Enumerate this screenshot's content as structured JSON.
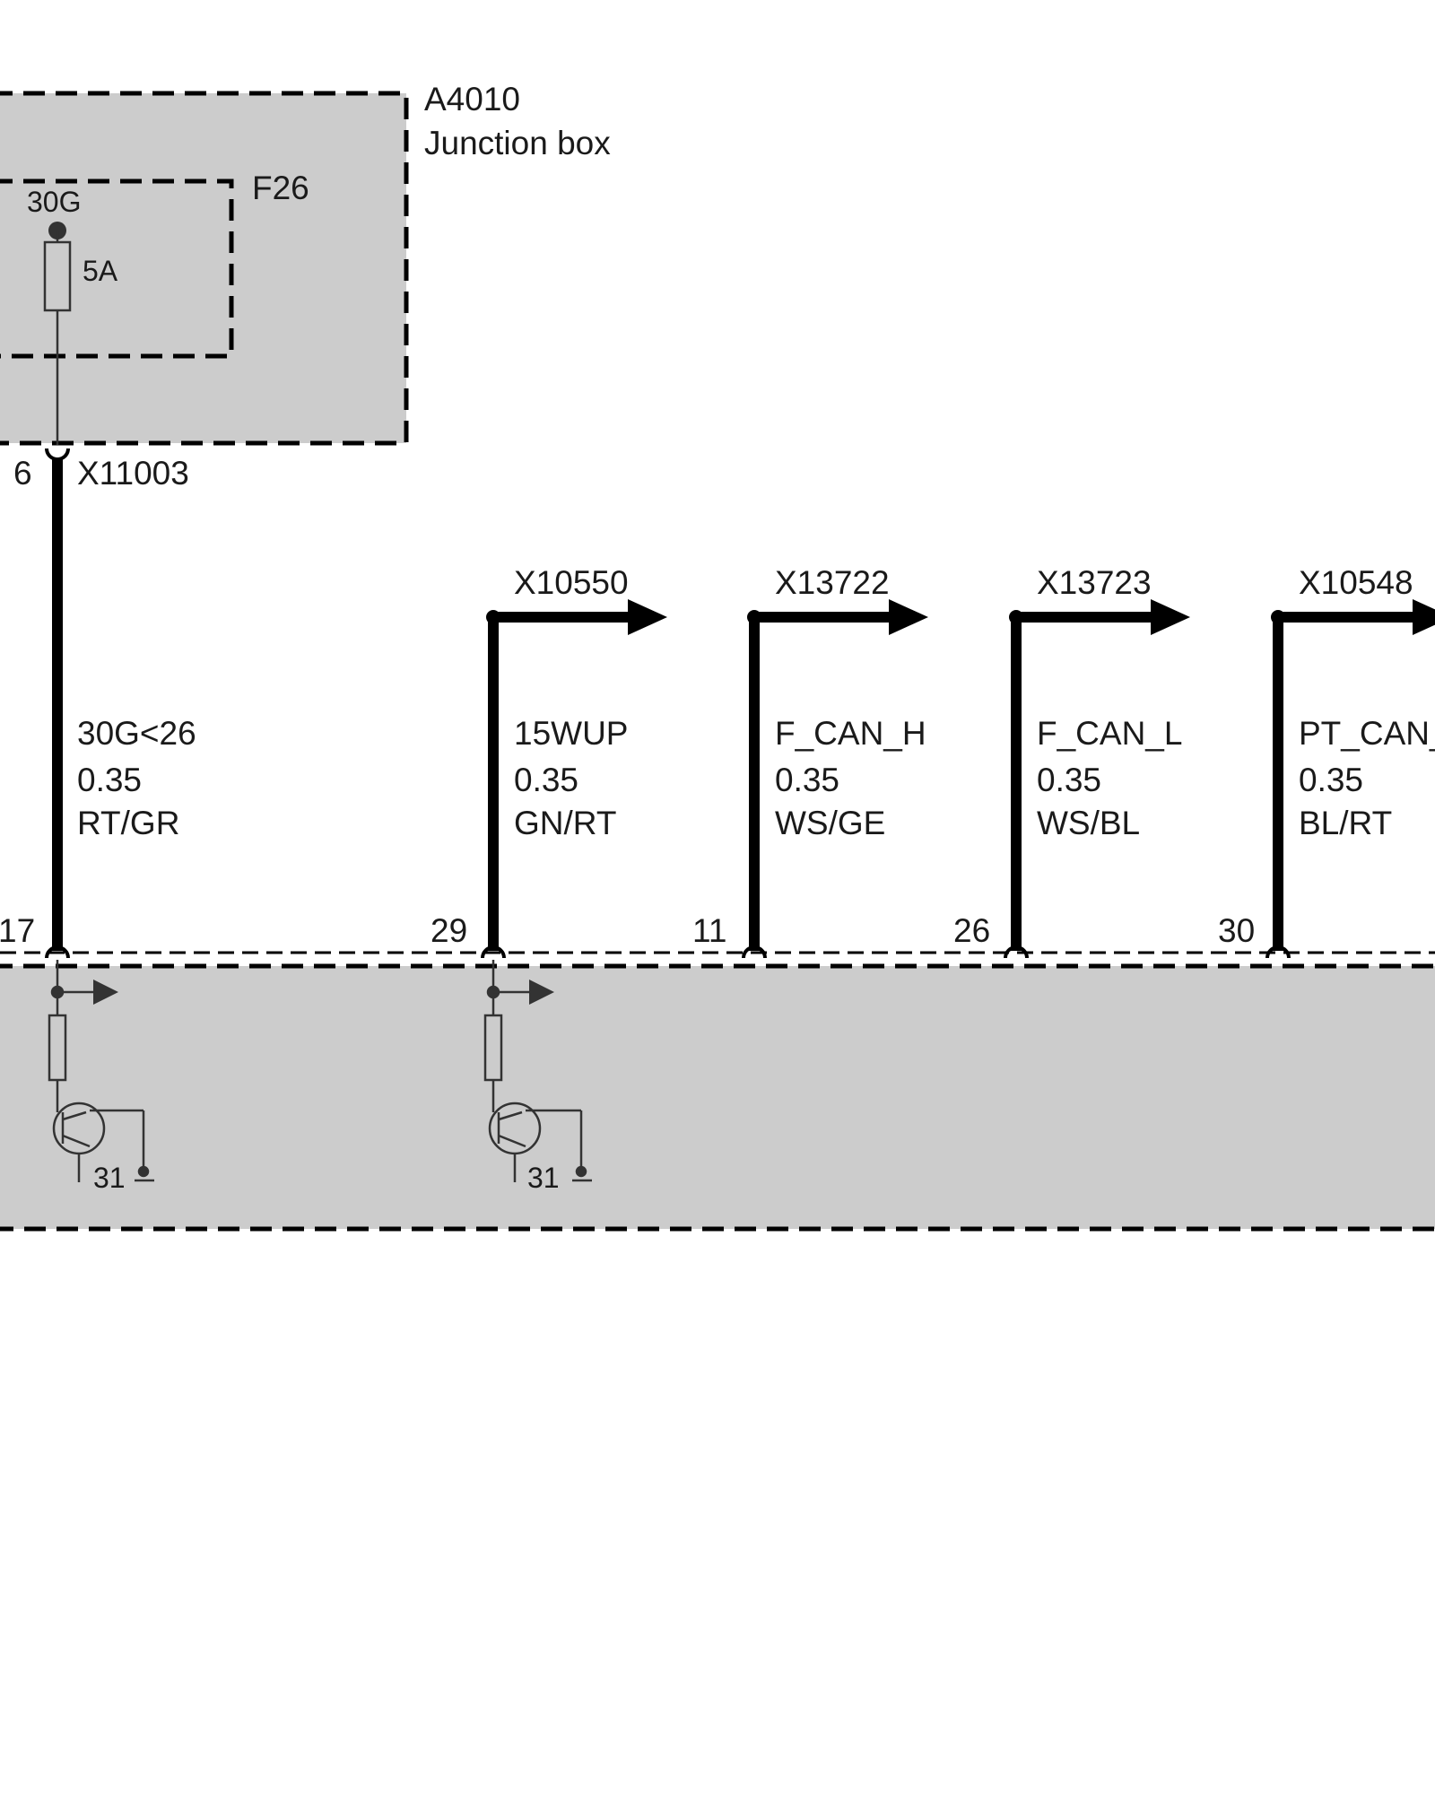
{
  "junction_box": {
    "id": "A4010",
    "name": "Junction box",
    "fuse": {
      "id": "F26",
      "terminal": "30G",
      "rating": "5A"
    },
    "connector": {
      "id": "X11003",
      "pin": "6"
    }
  },
  "wires": [
    {
      "pin": "17",
      "signal": "30G<26",
      "gauge": "0.35",
      "color": "RT/GR",
      "connector": ""
    },
    {
      "pin": "29",
      "signal": "15WUP",
      "gauge": "0.35",
      "color": "GN/RT",
      "connector": "X10550"
    },
    {
      "pin": "11",
      "signal": "F_CAN_H",
      "gauge": "0.35",
      "color": "WS/GE",
      "connector": "X13722"
    },
    {
      "pin": "26",
      "signal": "F_CAN_L",
      "gauge": "0.35",
      "color": "WS/BL",
      "connector": "X13723"
    },
    {
      "pin": "30",
      "signal": "PT_CAN_",
      "gauge": "0.35",
      "color": "BL/RT",
      "connector": "X10548"
    }
  ],
  "ground_labels": [
    "31",
    "31"
  ],
  "colors": {
    "box_fill": "#cccccc",
    "line": "#000000",
    "component": "#333333"
  }
}
